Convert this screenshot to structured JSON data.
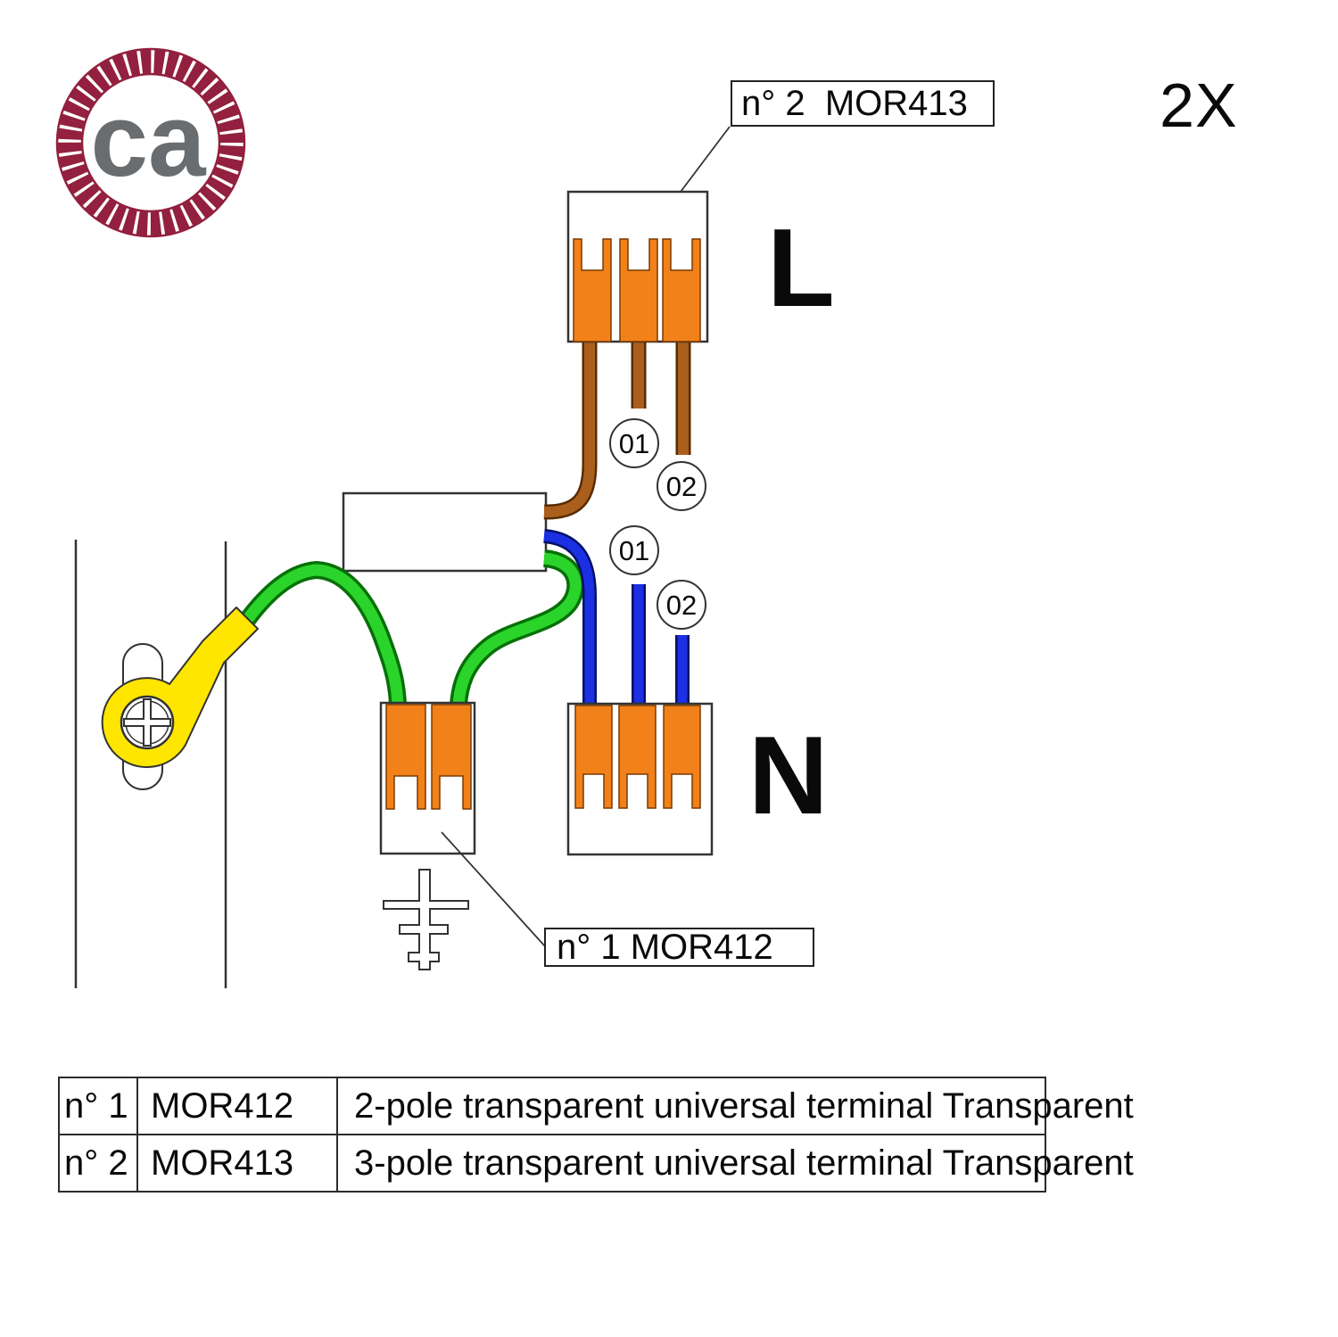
{
  "logo": {
    "text": "ca"
  },
  "quantity_label": "2X",
  "colors": {
    "rope": "#92203e",
    "logo_text": "#6a6d70",
    "orange": "#f28119",
    "brown": "#aa5f1d",
    "blue": "#1b2fe3",
    "green": "#2bd42b",
    "yellow": "#ffe600"
  },
  "callouts": {
    "three_pole": "n° 2  MOR413",
    "two_pole": "n° 1 MOR412"
  },
  "terminal_labels": {
    "live": "L",
    "neutral": "N"
  },
  "wire_markers": {
    "live_01": "01",
    "live_02": "02",
    "neutral_01": "01",
    "neutral_02": "02"
  },
  "parts_table": {
    "rows": [
      {
        "num": "n° 1",
        "code": "MOR412",
        "desc": "2-pole transparent universal terminal Transparent"
      },
      {
        "num": "n° 2",
        "code": "MOR413",
        "desc": "3-pole transparent universal terminal Transparent"
      }
    ]
  }
}
